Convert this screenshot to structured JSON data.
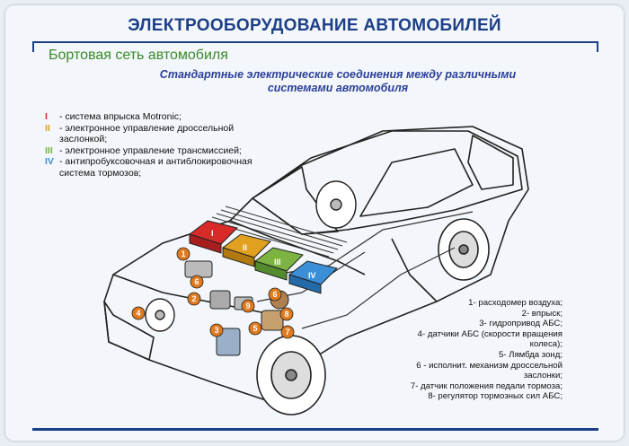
{
  "poster": {
    "title": "ЭЛЕКТРООБОРУДОВАНИЕ АВТОМОБИЛЕЙ",
    "subtitle": "Бортовая сеть автомобиля",
    "heading_line1": "Стандартные электрические соединения между различными",
    "heading_line2": "системами автомобиля"
  },
  "colors": {
    "title": "#1c3f88",
    "subtitle": "#3a8a2a",
    "heading": "#2a3f9a",
    "system_I": "#d92a2a",
    "system_II": "#e0a020",
    "system_III": "#7cb342",
    "system_IV": "#3a8fd6",
    "marker": "#e07a1e"
  },
  "systems": [
    {
      "num": "I",
      "color": "#d92a2a",
      "text": "- система впрыска Motronic;"
    },
    {
      "num": "II",
      "color": "#e0a020",
      "text": "- электронное управление дроссельной заслонкой;"
    },
    {
      "num": "III",
      "color": "#7cb342",
      "text": "- электронное управление трансмиссией;"
    },
    {
      "num": "IV",
      "color": "#3a8fd6",
      "text": "- антипробуксовочная и антиблокировочная система тормозов;"
    }
  ],
  "components": [
    "1- расходомер воздуха;",
    "2- впрыск;",
    "3- гидропривод АБС;",
    "4- датчики АБС (скорости вращения",
    "колеса);",
    "5- Лямбда зонд;",
    "6 - исполнит. механизм дроссельной",
    "заслонки;",
    "7- датчик положения педали тормоза;",
    "8- регулятор тормозных сил АБС;"
  ],
  "diagram": {
    "unit_labels": [
      "I",
      "II",
      "III",
      "IV"
    ],
    "markers": [
      "1",
      "2",
      "3",
      "4",
      "5",
      "6",
      "7",
      "8",
      "6",
      "9"
    ]
  }
}
